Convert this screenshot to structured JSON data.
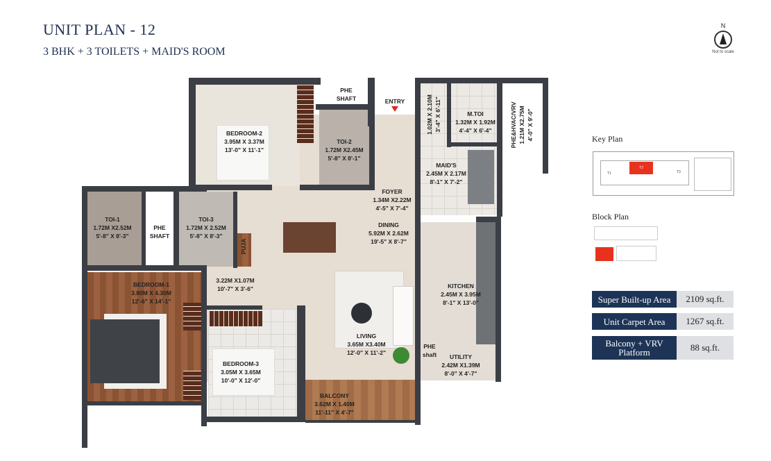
{
  "header": {
    "title": "UNIT PLAN - 12",
    "subtitle": "3 BHK + 3 TOILETS + MAID'S ROOM"
  },
  "compass": {
    "north": "N",
    "note": "Not to scale"
  },
  "entry": {
    "label": "ENTRY",
    "arrow_color": "#e0262a"
  },
  "rooms": [
    {
      "name": "BEDROOM-2",
      "metric": "3.95M X 3.37M",
      "imperial": "13'-0\" X 11'-1\""
    },
    {
      "name": "PHE",
      "metric": "SHAFT",
      "imperial": ""
    },
    {
      "name": "TOI-2",
      "metric": "1.72M X2.45M",
      "imperial": "5'-8\" X 8'-1\""
    },
    {
      "name": "",
      "metric": "1.02M X 2.10M",
      "imperial": "3'-4\" X 6'-11\""
    },
    {
      "name": "M.TOI",
      "metric": "1.32M X 1.92M",
      "imperial": "4'-4\" X 6'-4\""
    },
    {
      "name": "PHE&HVAC/VRV",
      "metric": "1.21M X2.75M",
      "imperial": "4'-0\" X 9'-0\""
    },
    {
      "name": "MAID'S",
      "metric": "2.45M X 2.17M",
      "imperial": "8'-1\" X 7'-2\""
    },
    {
      "name": "FOYER",
      "metric": "1.34M X2.22M",
      "imperial": "4'-5\" X 7'-4\""
    },
    {
      "name": "TOI-1",
      "metric": "1.72M X2.52M",
      "imperial": "5'-8\" X 8'-3\""
    },
    {
      "name": "PHE",
      "metric": "SHAFT",
      "imperial": ""
    },
    {
      "name": "TOI-3",
      "metric": "1.72M X 2.52M",
      "imperial": "5'-8\" X 8'-3\""
    },
    {
      "name": "PUJA",
      "metric": "",
      "imperial": ""
    },
    {
      "name": "DINING",
      "metric": "5.92M X 2.62M",
      "imperial": "19'-5\" X 8'-7\""
    },
    {
      "name": "",
      "metric": "3.22M X1.07M",
      "imperial": "10'-7\" X 3'-6\""
    },
    {
      "name": "BEDROOM-1",
      "metric": "3.80M X 4.30M",
      "imperial": "12'-6\" X 14'-1\""
    },
    {
      "name": "KITCHEN",
      "metric": "2.45M X 3.95M",
      "imperial": "8'-1\" X 13'-0\""
    },
    {
      "name": "LIVING",
      "metric": "3.65M X3.40M",
      "imperial": "12'-0\" X 11'-2\""
    },
    {
      "name": "PHE",
      "metric": "shaft",
      "imperial": ""
    },
    {
      "name": "UTILITY",
      "metric": "2.42M X1.39M",
      "imperial": "8'-0\" X 4'-7\""
    },
    {
      "name": "BEDROOM-3",
      "metric": "3.05M X 3.65M",
      "imperial": "10'-0\" X 12'-0\""
    },
    {
      "name": "BALCONY",
      "metric": "3.62M X 1.40M",
      "imperial": "11'-11\" X 4'-7\""
    }
  ],
  "side": {
    "key_plan": {
      "title": "Key Plan",
      "towers": [
        "T1",
        "T2",
        "T3"
      ],
      "highlight_color": "#e8321e"
    },
    "block_plan": {
      "title": "Block Plan"
    },
    "areas": [
      {
        "label": "Super Built-up Area",
        "value": "2109 sq.ft."
      },
      {
        "label": "Unit Carpet Area",
        "value": "1267 sq.ft."
      },
      {
        "label": "Balcony + VRV Platform",
        "value": "88 sq.ft."
      }
    ]
  }
}
